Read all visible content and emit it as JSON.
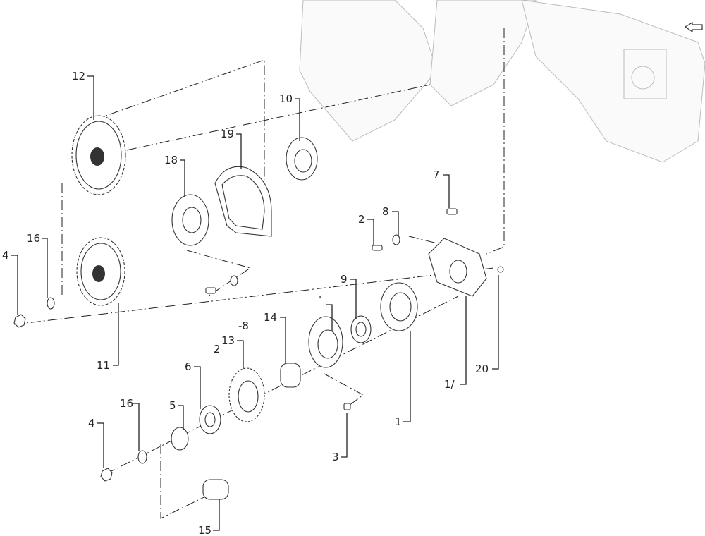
{
  "diagram": {
    "labels": [
      {
        "id": "12",
        "text": "12"
      },
      {
        "id": "10",
        "text": "10"
      },
      {
        "id": "19",
        "text": "19"
      },
      {
        "id": "18",
        "text": "18"
      },
      {
        "id": "16a",
        "text": "16"
      },
      {
        "id": "4a",
        "text": "4"
      },
      {
        "id": "11",
        "text": "11"
      },
      {
        "id": "7",
        "text": "7"
      },
      {
        "id": "8a",
        "text": "8"
      },
      {
        "id": "2a",
        "text": "2"
      },
      {
        "id": "9",
        "text": "9"
      },
      {
        "id": "7b",
        "text": "'"
      },
      {
        "id": "14",
        "text": "14"
      },
      {
        "id": "8b",
        "text": "-8"
      },
      {
        "id": "13",
        "text": "13"
      },
      {
        "id": "2b",
        "text": "2"
      },
      {
        "id": "6",
        "text": "6"
      },
      {
        "id": "16b",
        "text": "16"
      },
      {
        "id": "5",
        "text": "5"
      },
      {
        "id": "4b",
        "text": "4"
      },
      {
        "id": "3",
        "text": "3"
      },
      {
        "id": "15",
        "text": "15"
      },
      {
        "id": "1",
        "text": "1"
      },
      {
        "id": "17",
        "text": "1/"
      },
      {
        "id": "20",
        "text": "20"
      }
    ],
    "nav_icon": "return-arrow-icon"
  }
}
